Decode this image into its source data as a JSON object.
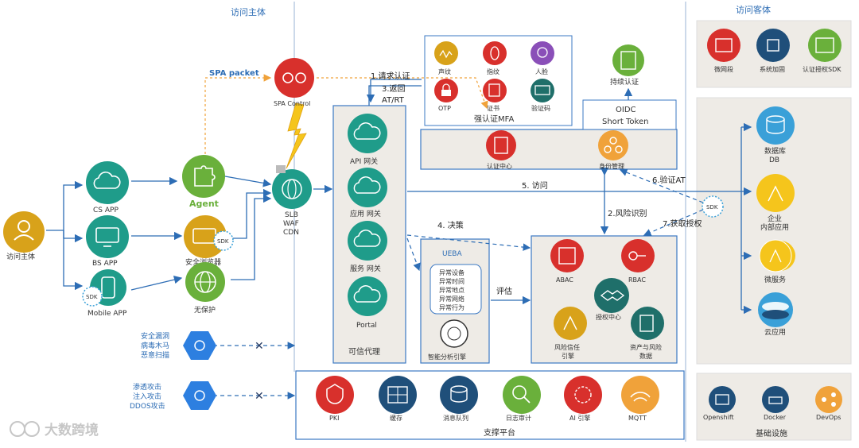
{
  "sections": {
    "subject_header": "访问主体",
    "object_header": "访问客体",
    "trusted_proxy": "可信代理",
    "support_platform": "支撑平台",
    "infrastructure": "基础设施",
    "strong_mfa": "强认证MFA"
  },
  "subject": {
    "label": "访问主体"
  },
  "apps": {
    "cs": "CS APP",
    "bs": "BS APP",
    "mobile": "Mobile APP"
  },
  "clients": {
    "agent": "Agent",
    "secure_browser": "安全浏览器",
    "unprotected": "无保护"
  },
  "badges": {
    "sdk": "SDK"
  },
  "spa": {
    "packet": "SPA packet",
    "control": "SPA Control"
  },
  "slb": {
    "line1": "SLB",
    "line2": "WAF",
    "line3": "CDN"
  },
  "gateways": {
    "api": "API 网关",
    "app": "应用 网关",
    "service": "服务 网关",
    "portal": "Portal"
  },
  "mfa": {
    "items": [
      "声纹",
      "指纹",
      "人脸",
      "OTP",
      "证书",
      "验证码"
    ],
    "cert_center": "认证中心",
    "identity_mgmt": "身份管理"
  },
  "continuous": {
    "label": "持续认证",
    "oidc": "OIDC",
    "token": "Short Token"
  },
  "ueba": {
    "title": "UEBA",
    "anomalies": [
      "异常设备",
      "异常时间",
      "异常地点",
      "异常网络",
      "异常行为"
    ],
    "engine": "智能分析引擎"
  },
  "authz": {
    "abac": "ABAC",
    "rbac": "RBAC",
    "center": "授权中心",
    "risk_trust": [
      "风险信任",
      "引擎"
    ],
    "asset_risk": [
      "资产与风险",
      "数据"
    ]
  },
  "flows": {
    "step1": "1.请求认证",
    "step3": [
      "3.返回",
      "AT/RT"
    ],
    "step5": "5. 访问",
    "step4": "4. 决策",
    "step2": "2.风险识别",
    "step6": "6.验证AT",
    "step7": "7.获取授权",
    "evaluate": "评估"
  },
  "objects": {
    "top": [
      "微网段",
      "系统加固",
      "认证授权SDK"
    ],
    "db": [
      "数据库",
      "DB"
    ],
    "internal": [
      "企业",
      "内部应用"
    ],
    "micro": "微服务",
    "cloud": "云应用"
  },
  "support": [
    "PKI",
    "缓存",
    "消息队列",
    "日志审计",
    "AI 引擎",
    "MQTT"
  ],
  "infra": [
    "Openshift",
    "Docker",
    "DevOps"
  ],
  "threats": {
    "group1": [
      "安全漏洞",
      "病毒木马",
      "恶意扫描"
    ],
    "group2": [
      "渗透攻击",
      "注入攻击",
      "DDOS攻击"
    ]
  },
  "watermark": "大数跨境",
  "colors": {
    "teal": "#1f9c8a",
    "blue": "#2d6db5",
    "green": "#6ab03b",
    "gold": "#d8a21a",
    "red": "#d8302c",
    "cyan": "#3aa0d8",
    "box_border": "#3b78c3",
    "panel_fill": "#eeebe6",
    "orange_line": "#f0a23a"
  }
}
